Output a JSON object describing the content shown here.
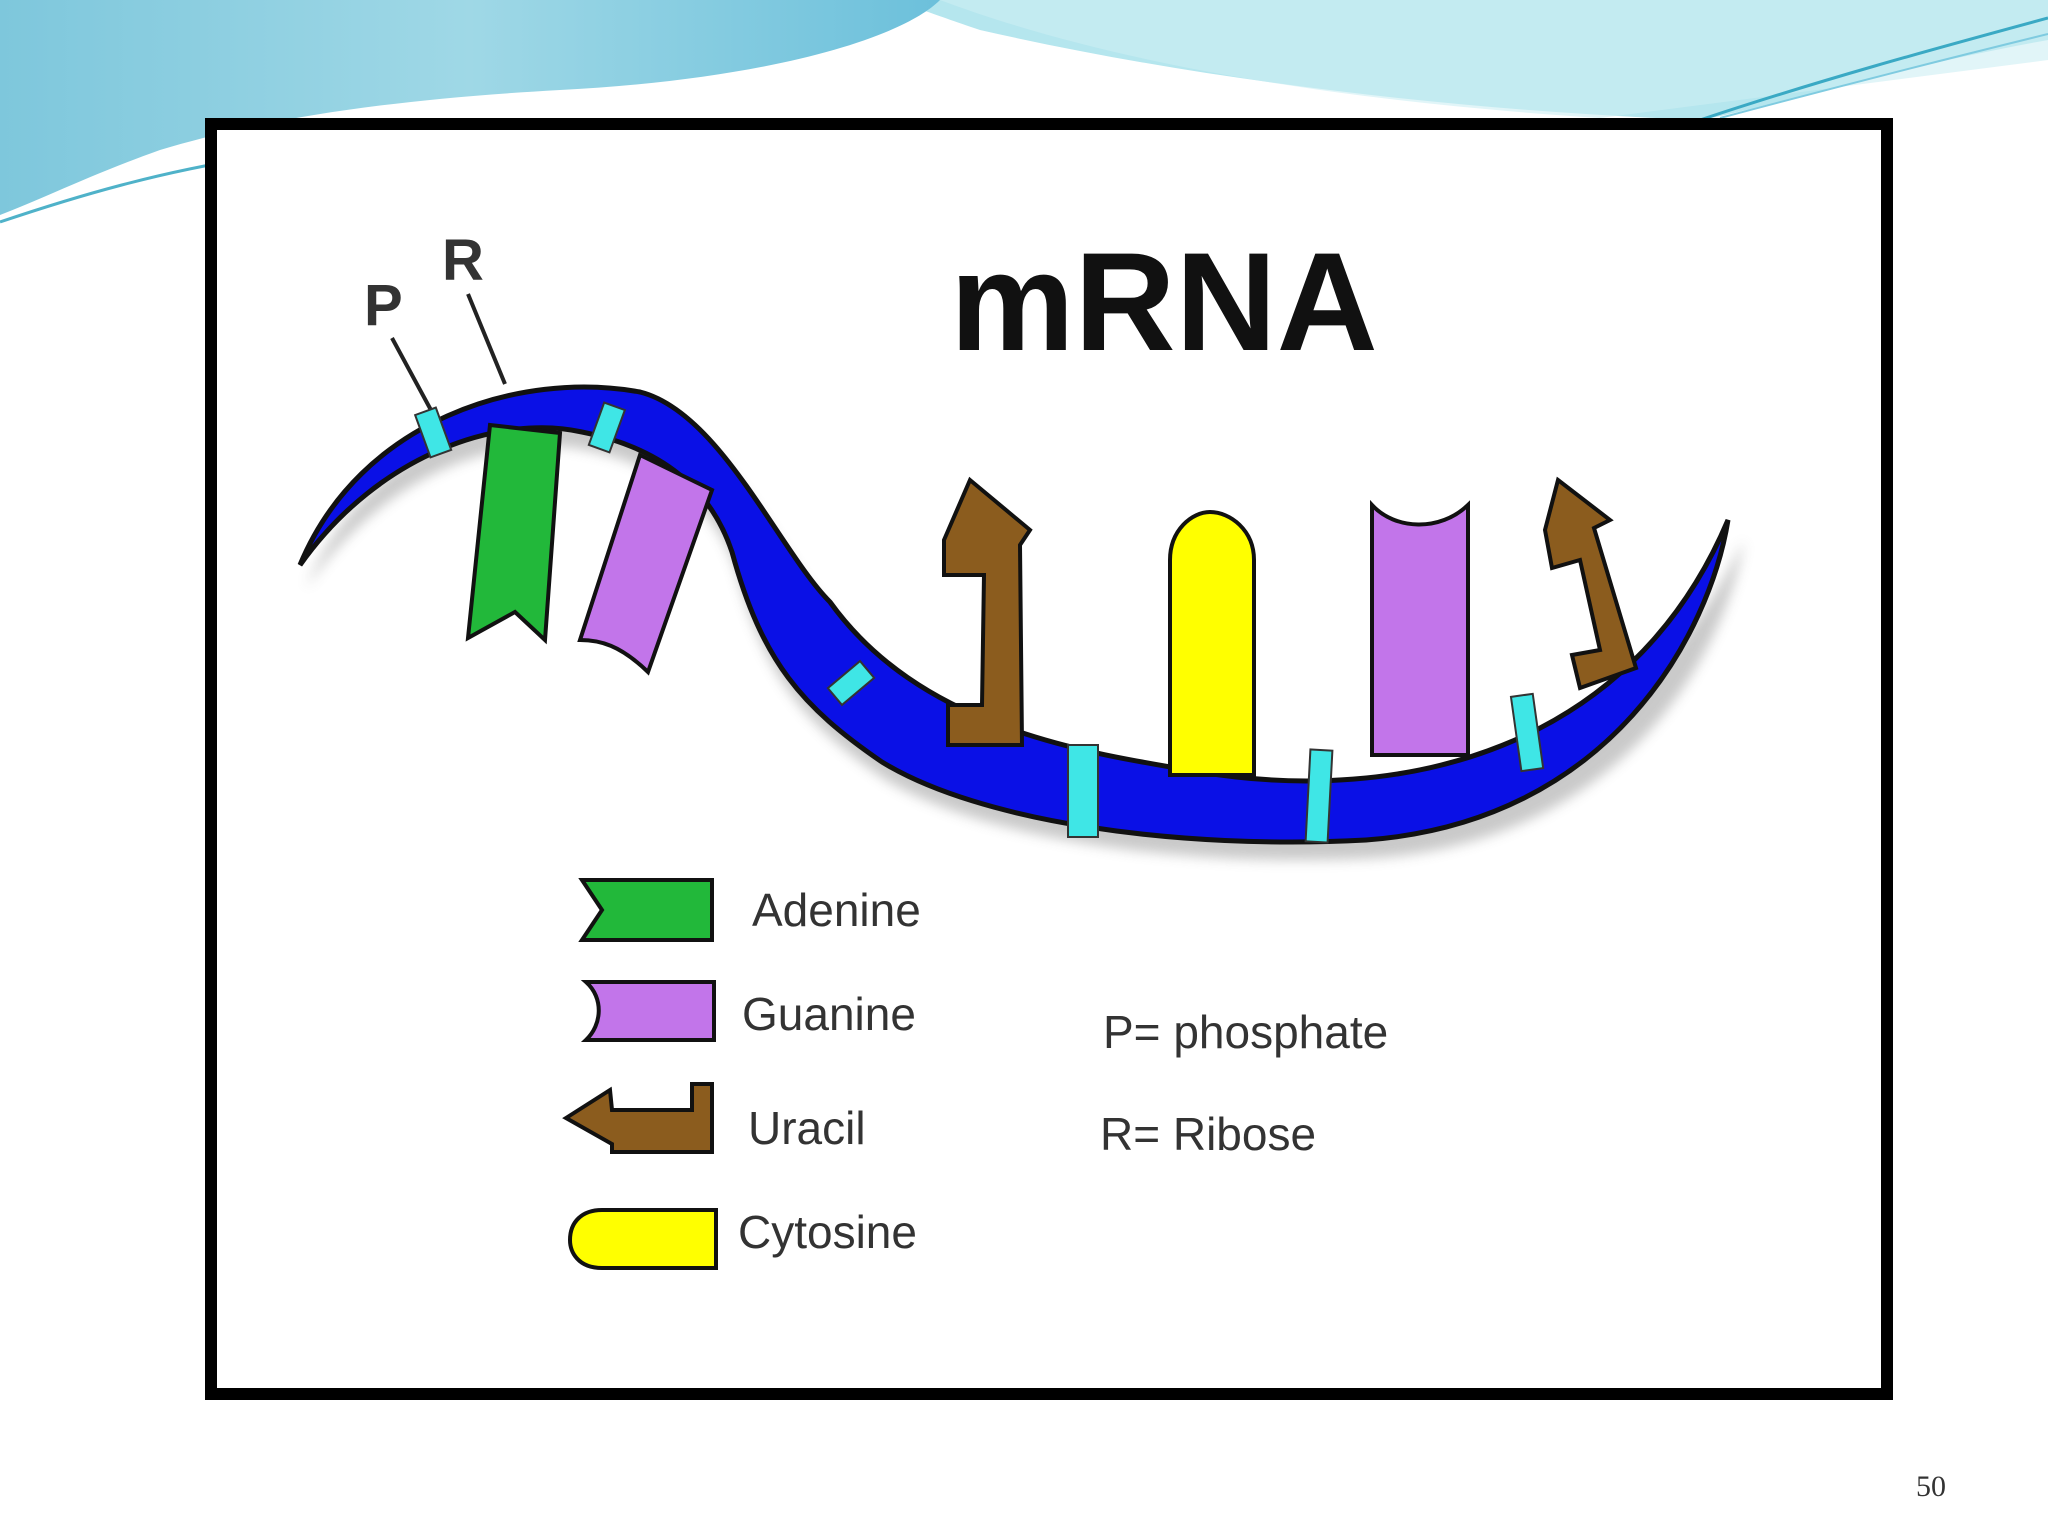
{
  "diagram": {
    "title": "mRNA",
    "backbone_labels": {
      "phosphate": "P",
      "ribose": "R"
    },
    "legend": [
      {
        "key": "adenine",
        "label": "Adenine",
        "color": "#22b83a"
      },
      {
        "key": "guanine",
        "label": "Guanine",
        "color": "#c275ea"
      },
      {
        "key": "uracil",
        "label": "Uracil",
        "color": "#8b5c1e"
      },
      {
        "key": "cytosine",
        "label": "Cytosine",
        "color": "#ffff00"
      }
    ],
    "key_text": {
      "phosphate": "P= phosphate",
      "ribose": "R= Ribose"
    },
    "colors": {
      "backbone": "#0a10e6",
      "phosphate": "#3fe6e6"
    }
  },
  "slide": {
    "page_number": "50"
  }
}
